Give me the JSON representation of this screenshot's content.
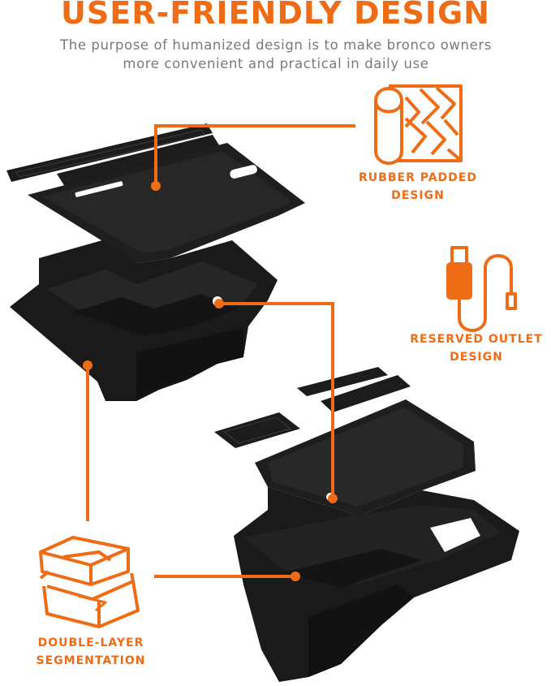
{
  "header": {
    "title": "USER-FRIENDLY DESIGN",
    "subtitle_line1": "The purpose of humanized design is to make bronco owners",
    "subtitle_line2": "more convenient and practical in daily use"
  },
  "features": [
    {
      "icon": "rubber-pad-icon",
      "line1": "RUBBER PADDED",
      "line2": "DESIGN"
    },
    {
      "icon": "usb-cable-icon",
      "line1": "RESERVED OUTLET",
      "line2": "DESIGN"
    },
    {
      "icon": "double-tray-icon",
      "line1": "DOUBLE-LAYER",
      "line2": "SEGMENTATION"
    }
  ],
  "colors": {
    "accent": "#ef6c16",
    "product": "#1b1b1b",
    "subtitle": "#7a7a7a"
  }
}
